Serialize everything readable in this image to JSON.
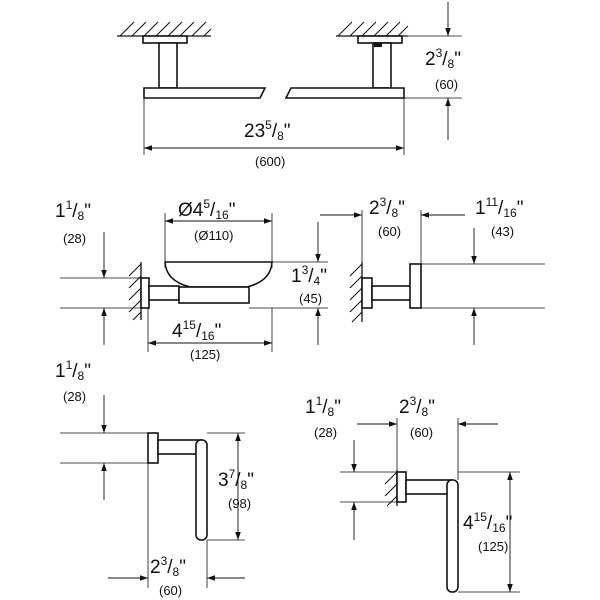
{
  "towel_bar": {
    "width_fraction": {
      "whole": "23",
      "num": "5",
      "den": "8",
      "unit": "\""
    },
    "width_mm": "(600)",
    "projection_fraction": {
      "whole": "2",
      "num": "3",
      "den": "8",
      "unit": "\""
    },
    "projection_mm": "(60)"
  },
  "soap_dish": {
    "diameter_fraction": {
      "whole": "Ø4",
      "num": "5",
      "den": "16",
      "unit": "\""
    },
    "diameter_mm": "(Ø110)",
    "height_fraction": {
      "whole": "1",
      "num": "1",
      "den": "8",
      "unit": "\""
    },
    "height_mm": "(28)",
    "depth_fraction": {
      "whole": "1",
      "num": "3",
      "den": "4",
      "unit": "\""
    },
    "depth_mm": "(45)",
    "projection_fraction": {
      "whole": "4",
      "num": "15",
      "den": "16",
      "unit": "\""
    },
    "projection_mm": "(125)"
  },
  "robe_hook": {
    "projection_fraction": {
      "whole": "2",
      "num": "3",
      "den": "8",
      "unit": "\""
    },
    "projection_mm": "(60)",
    "height_fraction": {
      "whole": "1",
      "num": "11",
      "den": "16",
      "unit": "\""
    },
    "height_mm": "(43)"
  },
  "paper_holder": {
    "base_fraction": {
      "whole": "1",
      "num": "1",
      "den": "8",
      "unit": "\""
    },
    "base_mm": "(28)",
    "length_fraction": {
      "whole": "3",
      "num": "7",
      "den": "8",
      "unit": "\""
    },
    "length_mm": "(98)",
    "projection_fraction": {
      "whole": "2",
      "num": "3",
      "den": "8",
      "unit": "\""
    },
    "projection_mm": "(60)"
  },
  "towel_ring": {
    "base_fraction": {
      "whole": "1",
      "num": "1",
      "den": "8",
      "unit": "\""
    },
    "base_mm": "(28)",
    "projection_fraction": {
      "whole": "2",
      "num": "3",
      "den": "8",
      "unit": "\""
    },
    "projection_mm": "(60)",
    "length_fraction": {
      "whole": "4",
      "num": "15",
      "den": "16",
      "unit": "\""
    },
    "length_mm": "(125)"
  }
}
